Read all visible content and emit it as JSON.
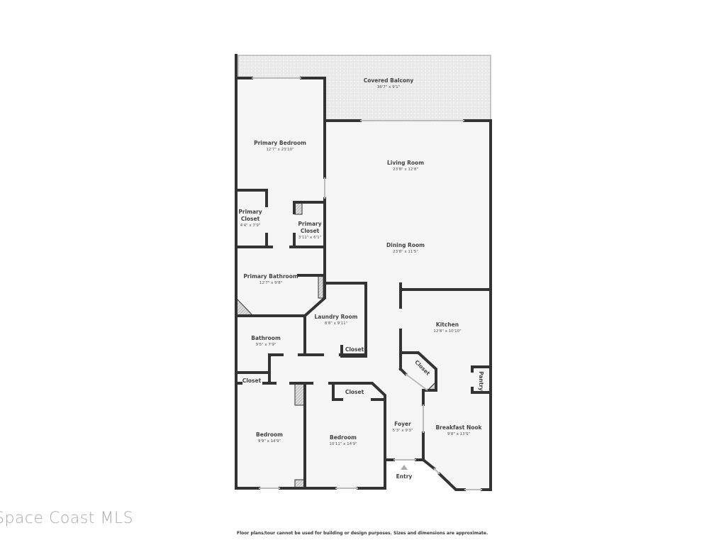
{
  "rooms": {
    "balcony": {
      "name": "Covered Balcony",
      "dims": "36'7\" x 9'1\""
    },
    "primary_bedroom": {
      "name": "Primary Bedroom",
      "dims": "12'7\" x 23'10\""
    },
    "living_room": {
      "name": "Living Room",
      "dims": "23'8\" x 12'8\""
    },
    "primary_closet_1": {
      "name1": "Primary",
      "name2": "Closet",
      "dims": "4'4\" x 7'9\""
    },
    "primary_closet_2": {
      "name1": "Primary",
      "name2": "Closet",
      "dims": "3'11\" x 6'1\""
    },
    "dining_room": {
      "name": "Dining Room",
      "dims": "23'8\" x 11'5\""
    },
    "primary_bathroom": {
      "name": "Primary Bathroom",
      "dims": "12'7\" x 9'8\""
    },
    "laundry_room": {
      "name": "Laundry Room",
      "dims": "8'8\" x 9'11\""
    },
    "kitchen": {
      "name": "Kitchen",
      "dims": "12'8\" x 10'10\""
    },
    "bathroom": {
      "name": "Bathroom",
      "dims": "9'5\" x 7'9\""
    },
    "laundry_closet": {
      "name": "Closet"
    },
    "hall_closet": {
      "name": "Closet"
    },
    "entry_closet": {
      "name": "Closet"
    },
    "bedroom2_closet": {
      "name": "Closet"
    },
    "pantry": {
      "name": "Pantry"
    },
    "bedroom1": {
      "name": "Bedroom",
      "dims": "9'9\" x 14'9\""
    },
    "bedroom2": {
      "name": "Bedroom",
      "dims": "10'11\" x 14'9\""
    },
    "foyer": {
      "name": "Foyer",
      "dims": "5'3\" x 9'3\""
    },
    "breakfast_nook": {
      "name": "Breakfast Nook",
      "dims": "9'8\" x 13'5\""
    }
  },
  "entry_label": "Entry",
  "watermark": "Space Coast MLS",
  "disclaimer": "Floor plans/tour cannot be used for building or design purposes. Sizes and dimensions are approximate.",
  "colors": {
    "wall": "#333333",
    "floor": "#f5f5f5",
    "balcony": "#ececec"
  }
}
